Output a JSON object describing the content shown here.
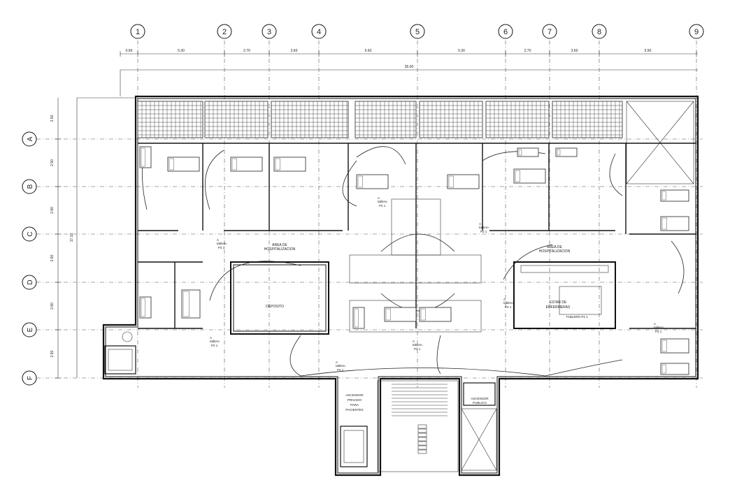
{
  "grid": {
    "columns": [
      "1",
      "2",
      "3",
      "4",
      "5",
      "6",
      "7",
      "8",
      "9"
    ],
    "rows": [
      "A",
      "B",
      "C",
      "D",
      "E",
      "F"
    ],
    "col_dims": [
      "0.65",
      "5.30",
      "2.70",
      "3.60",
      "5.60",
      "5.30",
      "2.70",
      "3.60",
      "5.90"
    ],
    "total_width": "35.00",
    "row_dims": [
      "2.50",
      "2.90",
      "2.80",
      "2.90",
      "2.80",
      "2.90"
    ],
    "total_height": "17.10"
  },
  "labels": {
    "area_hosp_1": [
      "AREA DE",
      "HOSPITALIZACION"
    ],
    "area_hosp_2": [
      "AREA DE",
      "HOSPITALIZACION"
    ],
    "deposito": "DEPOSITO",
    "estar": [
      "ESTAR DE",
      "ENFERMERAS"
    ],
    "tablero_p21": "TABLERO P2 1",
    "ascensor_pacientes": [
      "ASCENSOR",
      "PRIVADO",
      "PARA",
      "PACIENTES"
    ],
    "ascensor_publico": [
      "ASCENSOR",
      "PUBLICO"
    ],
    "panel_a": "A",
    "panel_tablero": "tablero",
    "panel_p2": "P2 1"
  }
}
